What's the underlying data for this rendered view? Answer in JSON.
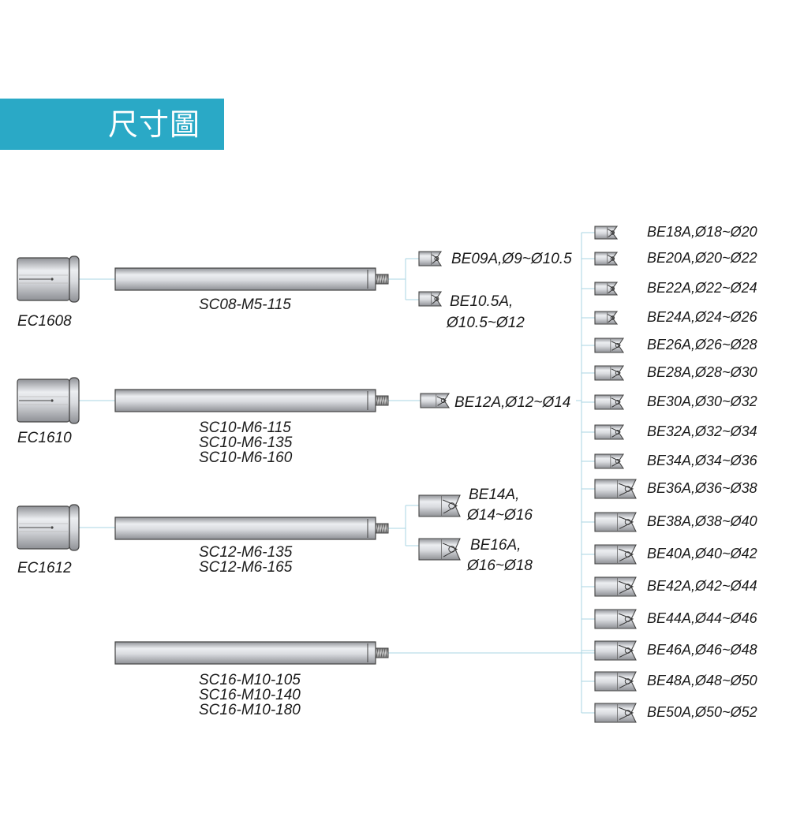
{
  "header": {
    "title": "尺寸圖",
    "bg_color": "#2aa9c6",
    "text_color": "#ffffff"
  },
  "colors": {
    "connector": "#a9d4e3",
    "metal_light": "#e9eaed",
    "metal_dark": "#8e9095",
    "outline": "#4a4a4a"
  },
  "collets": [
    {
      "id": "EC1608"
    },
    {
      "id": "EC1610"
    },
    {
      "id": "EC1612"
    }
  ],
  "shanks": [
    {
      "labels": [
        "SC08-M5-115"
      ]
    },
    {
      "labels": [
        "SC10-M6-115",
        "SC10-M6-135",
        "SC10-M6-160"
      ]
    },
    {
      "labels": [
        "SC12-M6-135",
        "SC12-M6-165"
      ]
    },
    {
      "labels": [
        "SC16-M10-105",
        "SC16-M10-140",
        "SC16-M10-180"
      ]
    }
  ],
  "heads_small": [
    {
      "lines": [
        "BE09A,Ø9~Ø10.5"
      ]
    },
    {
      "lines": [
        "BE10.5A,",
        "Ø10.5~Ø12"
      ]
    },
    {
      "lines": [
        "BE12A,Ø12~Ø14"
      ]
    },
    {
      "lines": [
        "BE14A,",
        "Ø14~Ø16"
      ]
    },
    {
      "lines": [
        "BE16A,",
        "Ø16~Ø18"
      ]
    }
  ],
  "heads_large": [
    "BE18A,Ø18~Ø20",
    "BE20A,Ø20~Ø22",
    "BE22A,Ø22~Ø24",
    "BE24A,Ø24~Ø26",
    "BE26A,Ø26~Ø28",
    "BE28A,Ø28~Ø30",
    "BE30A,Ø30~Ø32",
    "BE32A,Ø32~Ø34",
    "BE34A,Ø34~Ø36",
    "BE36A,Ø36~Ø38",
    "BE38A,Ø38~Ø40",
    "BE40A,Ø40~Ø42",
    "BE42A,Ø42~Ø44",
    "BE44A,Ø44~Ø46",
    "BE46A,Ø46~Ø48",
    "BE48A,Ø48~Ø50",
    "BE50A,Ø50~Ø52"
  ]
}
